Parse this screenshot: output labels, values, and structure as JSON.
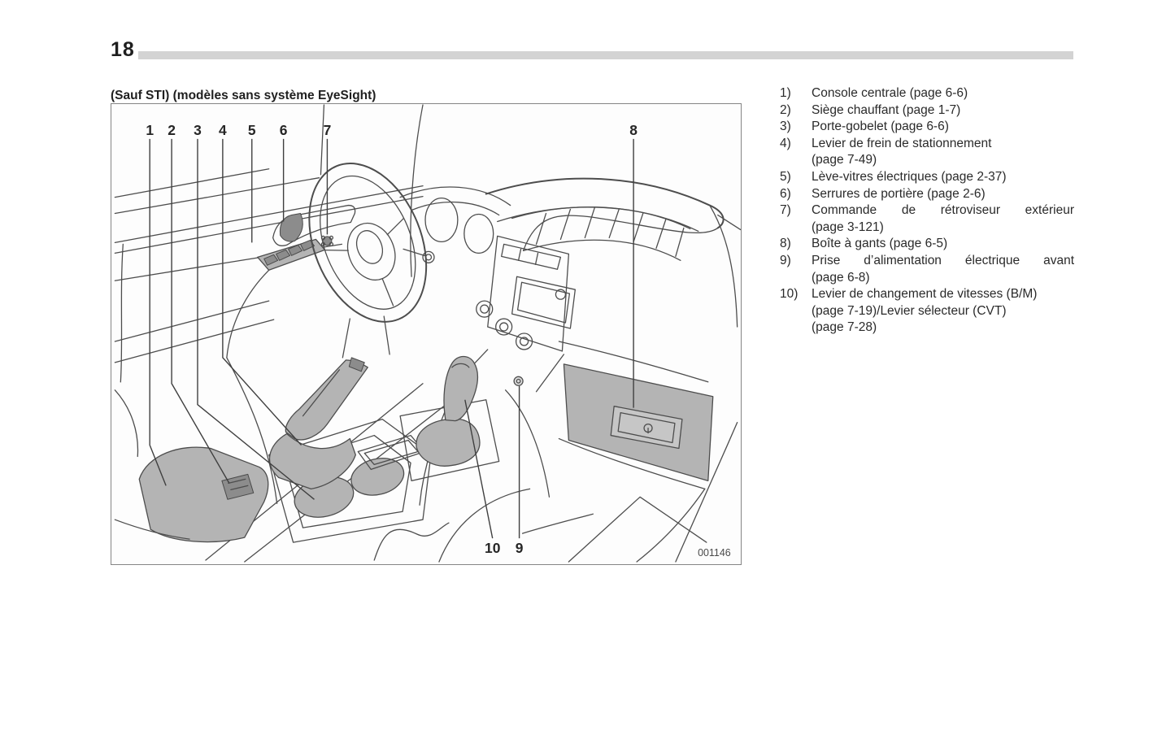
{
  "page": {
    "number": "18"
  },
  "figure": {
    "caption": "(Sauf STI) (modèles sans système EyeSight)",
    "code": "001146",
    "callouts": [
      "1",
      "2",
      "3",
      "4",
      "5",
      "6",
      "7",
      "8",
      "9",
      "10"
    ]
  },
  "legend": {
    "items": [
      {
        "num": "1)",
        "lines": [
          "Console centrale (page 6-6)"
        ]
      },
      {
        "num": "2)",
        "lines": [
          "Siège chauffant (page 1-7)"
        ]
      },
      {
        "num": "3)",
        "lines": [
          "Porte-gobelet (page 6-6)"
        ]
      },
      {
        "num": "4)",
        "lines": [
          "Levier de frein de stationnement",
          "(page 7-49)"
        ]
      },
      {
        "num": "5)",
        "lines": [
          "Lève-vitres électriques (page 2-37)"
        ]
      },
      {
        "num": "6)",
        "lines": [
          "Serrures de portière (page 2-6)"
        ]
      },
      {
        "num": "7)",
        "lines": [
          "Commande de rétroviseur extérieur",
          "(page 3-121)"
        ]
      },
      {
        "num": "8)",
        "lines": [
          "Boîte à gants (page 6-5)"
        ]
      },
      {
        "num": "9)",
        "lines": [
          "Prise d’alimentation électrique avant",
          "(page 6-8)"
        ]
      },
      {
        "num": "10)",
        "lines": [
          "Levier de changement de vitesses (B/M)",
          "(page 7-19)/Levier sélecteur (CVT)",
          "(page 7-28)"
        ]
      }
    ]
  },
  "colors": {
    "header_bar": "#d3d3d3",
    "diagram_shading": "#b4b4b4",
    "line_art": "#4d4d4d",
    "text": "#1d1d1d"
  }
}
